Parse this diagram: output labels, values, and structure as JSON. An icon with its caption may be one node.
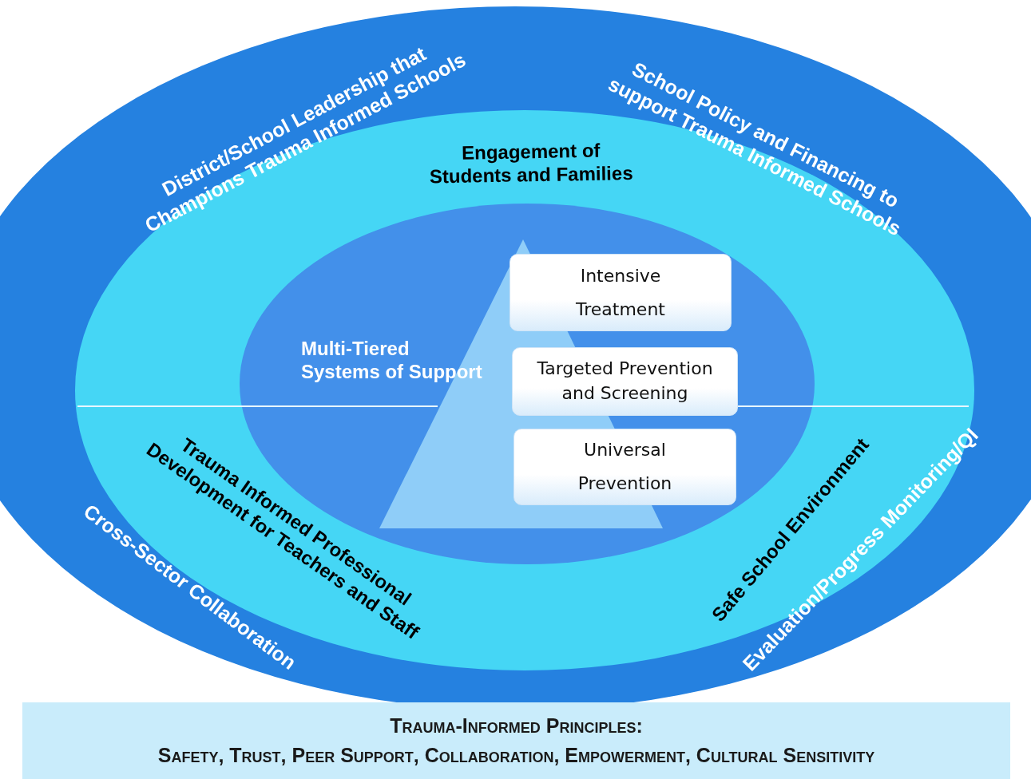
{
  "diagram": {
    "nodes": [
      {
        "text": [
          "District/School Leadership that Champions Trauma Informed Schools"
        ]
      },
      {
        "text": [
          "School Policy and Financing to support Trauma Informed Schools"
        ]
      },
      {
        "text": [
          "Engagement of Students and Families"
        ]
      },
      {
        "text": [
          "Intensive Treatment"
        ]
      },
      {
        "text": [
          "Multi-Tiered Systems of Support"
        ]
      },
      {
        "text": [
          "Targeted Prevention and Screening"
        ]
      },
      {
        "text": [
          "Universal Prevention"
        ]
      },
      {
        "text": [
          "Trauma Informed Professional Development for Teachers and Staff"
        ]
      },
      {
        "text": [
          "Safe School Environment"
        ]
      },
      {
        "text": [
          "Cross-Sector Collaboration"
        ]
      },
      {
        "text": [
          "Evaluation/Progress Monitoring/QI"
        ]
      },
      {
        "text": [
          "Trauma-Informed Principles:",
          "Safety, Trust, Peer Support, Collaboration, Empowerment, Cultural Sensitivity"
        ]
      }
    ]
  }
}
